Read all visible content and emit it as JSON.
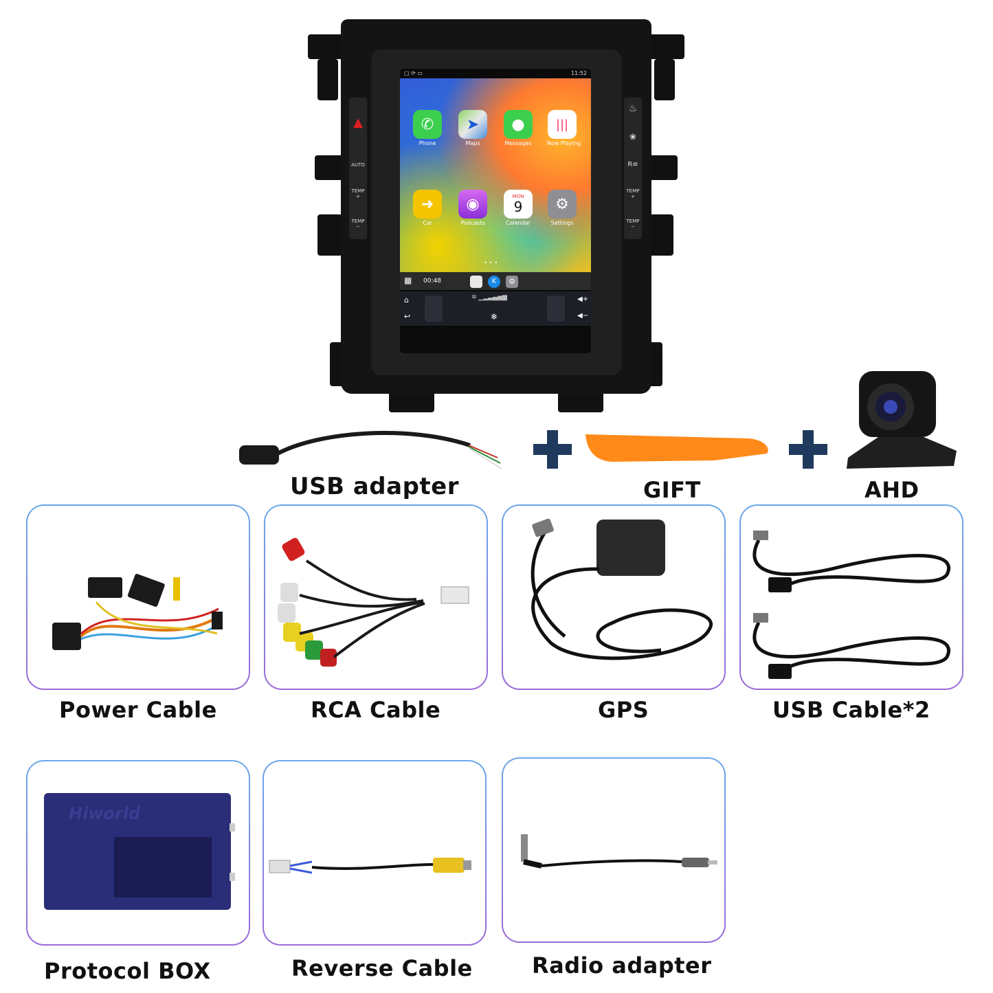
{
  "head_unit": {
    "status_time": "11:52",
    "apps": [
      {
        "label": "Phone",
        "icon": "phone-icon",
        "color": "#3ccf4e"
      },
      {
        "label": "Maps",
        "icon": "maps-icon",
        "color": "#e8e8e8"
      },
      {
        "label": "Messages",
        "icon": "messages-icon",
        "color": "#3ccf4e"
      },
      {
        "label": "Now Playing",
        "icon": "now-playing-icon",
        "color": "#ff4a6e"
      },
      {
        "label": "Car",
        "icon": "car-icon",
        "color": "#f5c400"
      },
      {
        "label": "Podcasts",
        "icon": "podcasts-icon",
        "color": "#a24ee0"
      },
      {
        "label": "Calendar",
        "icon": "calendar-icon",
        "color": "#ffffff"
      },
      {
        "label": "Settings",
        "icon": "settings-icon",
        "color": "#8e8e93"
      }
    ],
    "calendar_day": "MON",
    "calendar_date": "9",
    "dock_time": "00:48",
    "left_buttons": [
      "AUTO",
      "TEMP +",
      "TEMP −"
    ],
    "right_buttons": [
      "TEMP +",
      "TEMP −"
    ]
  },
  "top_items": [
    {
      "label": "USB adapter"
    },
    {
      "label": "GIFT"
    },
    {
      "label": "AHD"
    }
  ],
  "accessories": [
    {
      "label": "Power Cable"
    },
    {
      "label": "RCA Cable"
    },
    {
      "label": "GPS"
    },
    {
      "label": "USB Cable*2"
    },
    {
      "label": "Protocol BOX",
      "brand": "Hiworld"
    },
    {
      "label": "Reverse Cable"
    },
    {
      "label": "Radio adapter"
    }
  ],
  "colors": {
    "plus": "#1f3a5c",
    "pry_tool": "#ff8a1a",
    "box_border_top": "#6aa8e8",
    "box_border_bottom": "#9a6ad8"
  }
}
